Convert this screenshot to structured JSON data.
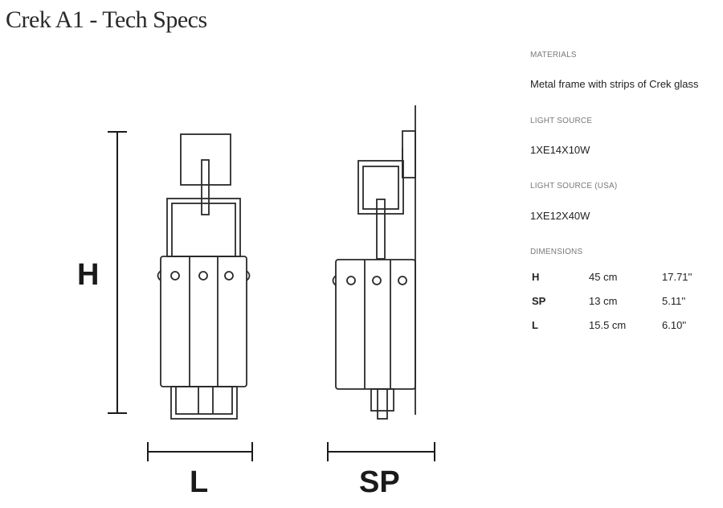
{
  "title": "Crek A1 - Tech Specs",
  "drawing": {
    "height_label": "H",
    "length_label": "L",
    "depth_label": "SP"
  },
  "specs": {
    "materials": {
      "label": "MATERIALS",
      "value": "Metal frame with strips of Crek glass"
    },
    "light_source": {
      "label": "LIGHT SOURCE",
      "value": "1XE14X10W"
    },
    "light_source_usa": {
      "label": "LIGHT SOURCE (USA)",
      "value": "1XE12X40W"
    },
    "dimensions": {
      "label": "DIMENSIONS",
      "rows": [
        {
          "key": "H",
          "cm": "45 cm",
          "inch": "17.71''"
        },
        {
          "key": "SP",
          "cm": "13 cm",
          "inch": "5.11''"
        },
        {
          "key": "L",
          "cm": "15.5 cm",
          "inch": "6.10''"
        }
      ]
    }
  }
}
